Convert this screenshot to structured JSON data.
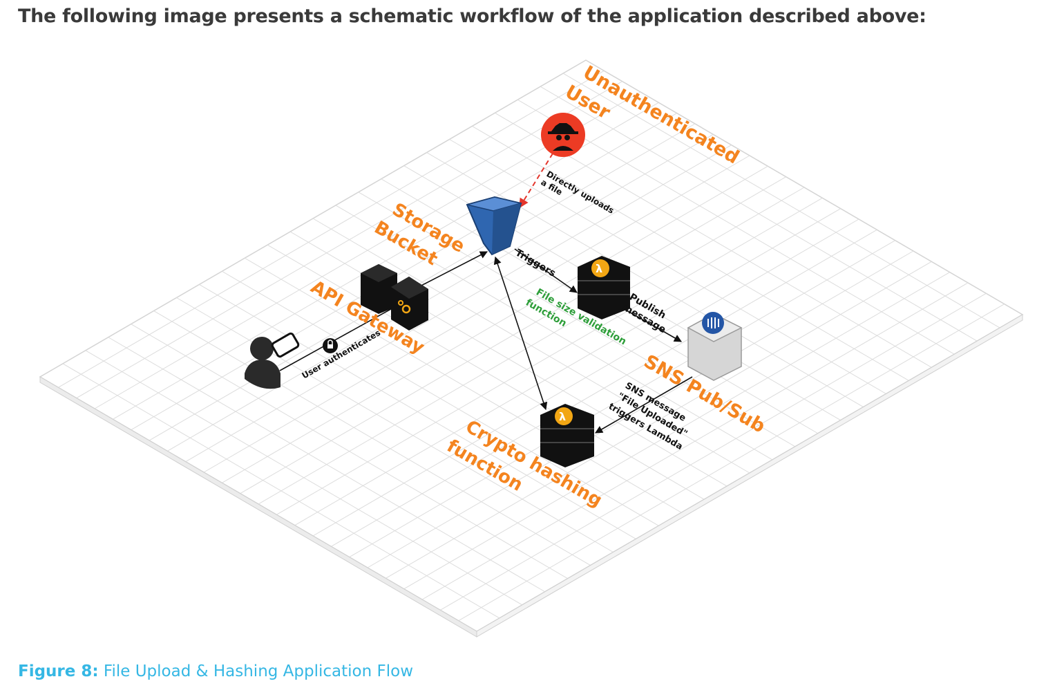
{
  "intro_text": "The following image presents a schematic workflow of the application described above:",
  "caption": {
    "label": "Figure 8:",
    "text": "File Upload & Hashing Application Flow"
  },
  "colors": {
    "component_label": "#f4841f",
    "caption": "#35b7e4",
    "validation_label": "#2e9e3a",
    "malicious_flow": "#e3352b",
    "bucket": "#2f66b0"
  },
  "nodes": {
    "unauthenticated_user": {
      "title_line1": "Unauthenticated",
      "title_line2": "User",
      "icon": "spy-icon"
    },
    "storage_bucket": {
      "title_line1": "Storage",
      "title_line2": "Bucket",
      "icon": "bucket-icon"
    },
    "api_gateway": {
      "title": "API Gateway",
      "icon": "api-gateway-icon"
    },
    "user": {
      "icon": "user-with-phone-icon"
    },
    "file_size_validation": {
      "label_line1": "File size validation",
      "label_line2": "function",
      "icon": "lambda-icon"
    },
    "sns": {
      "title": "SNS Pub/Sub",
      "icon": "sns-topic-icon"
    },
    "crypto_hashing": {
      "title_line1": "Crypto hashing",
      "title_line2": "function",
      "icon": "lambda-icon"
    }
  },
  "edges": {
    "directly_uploads": {
      "line1": "Directly uploads",
      "line2": "a file"
    },
    "user_authenticates": "User authenticates",
    "triggers": "Triggers",
    "publish_message": {
      "line1": "Publish",
      "line2": "message"
    },
    "sns_message": {
      "line1": "SNS message",
      "line2": "\"File Uploaded\"",
      "line3": "triggers Lambda"
    }
  }
}
